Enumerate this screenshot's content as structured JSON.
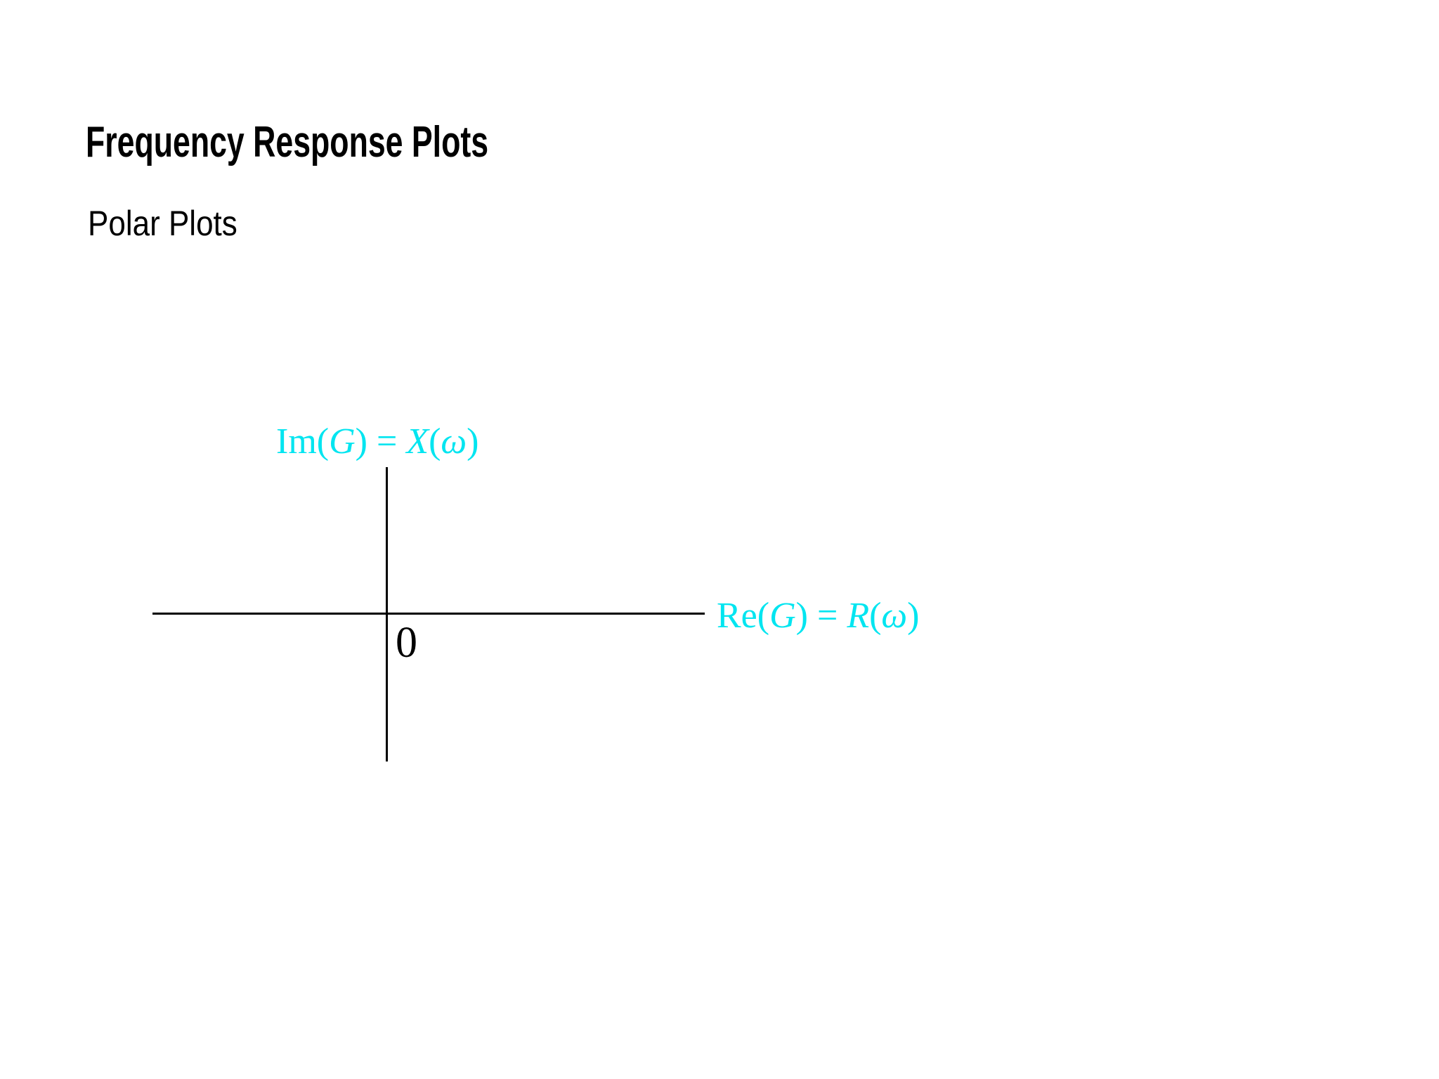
{
  "page": {
    "title": "Frequency Response Plots",
    "subtitle": "Polar Plots"
  },
  "colors": {
    "accent": "#00e5f0",
    "axis": "#000000",
    "text": "#000000",
    "background": "#ffffff"
  },
  "diagram": {
    "y_axis_label": {
      "full": "Im(G) = X(ω)",
      "parts": [
        {
          "text": "Im(",
          "italic": false
        },
        {
          "text": "G",
          "italic": true
        },
        {
          "text": ") = ",
          "italic": false
        },
        {
          "text": "X",
          "italic": true
        },
        {
          "text": "(",
          "italic": false
        },
        {
          "text": "ω",
          "italic": true
        },
        {
          "text": ")",
          "italic": false
        }
      ]
    },
    "x_axis_label": {
      "full": "Re(G) = R(ω)",
      "parts": [
        {
          "text": "Re(",
          "italic": false
        },
        {
          "text": "G",
          "italic": true
        },
        {
          "text": ") = ",
          "italic": false
        },
        {
          "text": "R",
          "italic": true
        },
        {
          "text": "(",
          "italic": false
        },
        {
          "text": "ω",
          "italic": true
        },
        {
          "text": ")",
          "italic": false
        }
      ]
    },
    "origin_label": "0"
  }
}
